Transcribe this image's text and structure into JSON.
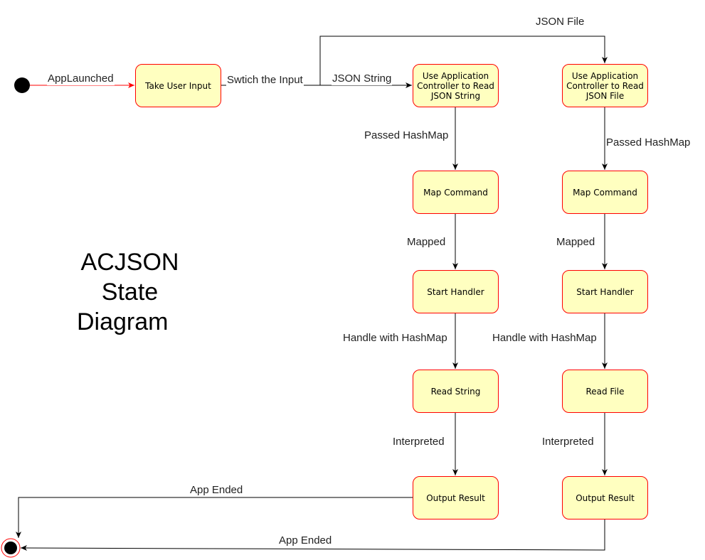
{
  "diagram": {
    "title_lines": [
      "ACJSON",
      "State",
      "Diagram"
    ],
    "states": {
      "take_input": "Take User Input",
      "read_string_ctrl": "Use Application Controller to Read JSON String",
      "read_file_ctrl": "Use Application Controller to Read JSON File",
      "map_cmd_a": "Map Command",
      "map_cmd_b": "Map Command",
      "start_handler_a": "Start Handler",
      "start_handler_b": "Start Handler",
      "read_string": "Read String",
      "read_file": "Read File",
      "output_a": "Output Result",
      "output_b": "Output Result"
    },
    "edges": {
      "app_launched": "AppLaunched",
      "switch_input": "Swtich the Input",
      "json_string": "JSON String",
      "json_file": "JSON File",
      "passed_hashmap_a": "Passed HashMap",
      "passed_hashmap_b": "Passed HashMap",
      "mapped_a": "Mapped",
      "mapped_b": "Mapped",
      "handle_a": "Handle with HashMap",
      "handle_b": "Handle with HashMap",
      "interpreted_a": "Interpreted",
      "interpreted_b": "Interpreted",
      "app_ended_a": "App Ended",
      "app_ended_b": "App Ended"
    },
    "colors": {
      "state_fill": "#ffffc0",
      "state_border": "#ff0000",
      "initial_arrow": "#ff0000",
      "edge": "#000000"
    }
  }
}
